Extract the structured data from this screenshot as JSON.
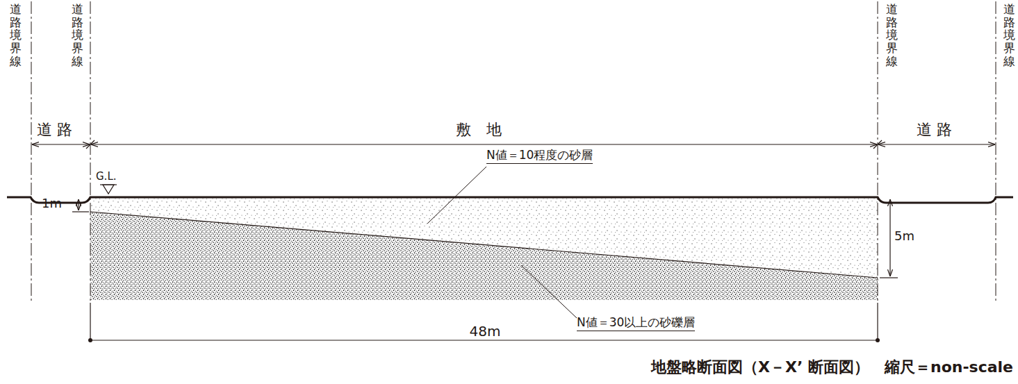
{
  "diagram": {
    "caption": "地盤略断面図（X－X’ 断面図）　縮尺＝non-scale",
    "labels": [
      "道路境界線",
      "道路境界線",
      "道路境界線",
      "道路境界線",
      "道路",
      "敷地",
      "道路",
      "N値＝10程度の砂層",
      "G.L.",
      "1m",
      "5m",
      "N値＝30以上の砂礫層",
      "48m"
    ]
  }
}
